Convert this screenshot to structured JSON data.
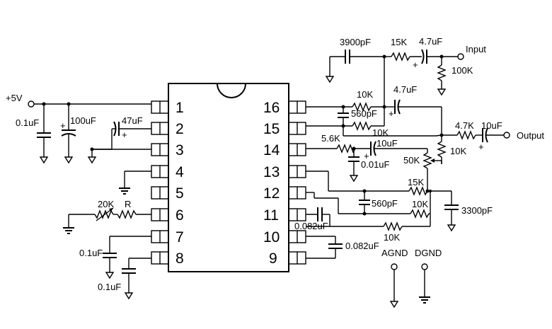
{
  "ic": {
    "pins_left": [
      "1",
      "2",
      "3",
      "4",
      "5",
      "6",
      "7",
      "8"
    ],
    "pins_right": [
      "16",
      "15",
      "14",
      "13",
      "12",
      "11",
      "10",
      "9"
    ]
  },
  "supply": {
    "label": "+5V"
  },
  "labels": {
    "c_01u_top": "0.1uF",
    "c_100u": "100uF",
    "c_47u": "47uF",
    "r_20k": "20K",
    "r_R": "R",
    "c_01u_pin7": "0.1uF",
    "c_01u_pin8": "0.1uF",
    "c_3900p": "3900pF",
    "r_15k_top": "15K",
    "c_47u_input": "4.7uF",
    "input": "Input",
    "r_100k": "100K",
    "r_10k_a": "10K",
    "c_47u_mid": "4.7uF",
    "c_560p_a": "560pF",
    "r_10k_b": "10K",
    "r_56k": "5.6K",
    "c_10u_mid": "10uF",
    "c_001u": "0.01uF",
    "pot_50k": "50K",
    "r_47k_out": "4.7K",
    "c_10u_out": "10uF",
    "output": "Output",
    "r_10k_out": "10K",
    "r_15k_mid": "15K",
    "c_560p_b": "560pF",
    "c_3300p": "3300pF",
    "r_10k_c": "10K",
    "c_0082u_a": "0.082uF",
    "r_10k_d": "10K",
    "c_0082u_b": "0.082uF",
    "agnd": "AGND",
    "dgnd": "DGND"
  },
  "polarity": {
    "plus": "+"
  }
}
